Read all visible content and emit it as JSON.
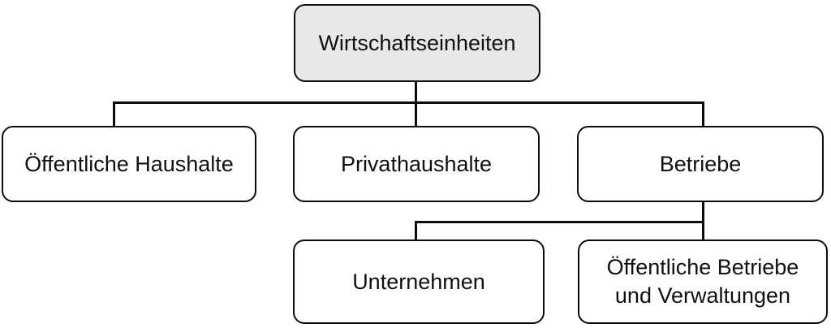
{
  "diagram": {
    "type": "hierarchy-tree",
    "title_text": "",
    "background_color": "#ffffff",
    "line_color": "#0d0d0d",
    "root_fill_color": "#e8e8e8",
    "node_fill_color": "#ffffff",
    "levels": [
      {
        "level": 1,
        "nodes": [
          {
            "id": "wirtschaftseinheiten",
            "label": "Wirtschaftseinheiten",
            "highlighted": true
          }
        ]
      },
      {
        "level": 2,
        "nodes": [
          {
            "id": "oeffentliche-haushalte",
            "label": "Öffentliche Haushalte",
            "highlighted": false
          },
          {
            "id": "privathaushalte",
            "label": "Privathaushalte",
            "highlighted": false
          },
          {
            "id": "betriebe",
            "label": "Betriebe",
            "highlighted": false
          }
        ]
      },
      {
        "level": 3,
        "nodes": [
          {
            "id": "unternehmen",
            "label": "Unternehmen",
            "highlighted": false
          },
          {
            "id": "oeffentliche-betriebe",
            "label": "Öffentliche Betriebe\nund Verwaltungen",
            "highlighted": false
          }
        ]
      }
    ],
    "edges": [
      {
        "from": "wirtschaftseinheiten",
        "to": "oeffentliche-haushalte"
      },
      {
        "from": "wirtschaftseinheiten",
        "to": "privathaushalte"
      },
      {
        "from": "wirtschaftseinheiten",
        "to": "betriebe"
      },
      {
        "from": "betriebe",
        "to": "unternehmen"
      },
      {
        "from": "betriebe",
        "to": "oeffentliche-betriebe"
      }
    ]
  }
}
